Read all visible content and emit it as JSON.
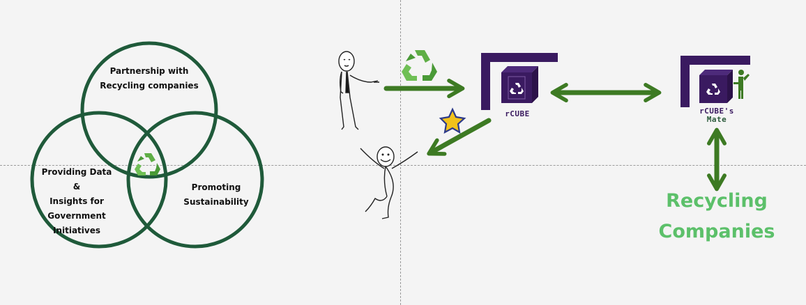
{
  "venn": {
    "top_label_1": "Partnership with",
    "top_label_2": "Recycling companies",
    "left_label_1": "Providing Data &",
    "left_label_2": "Insights for",
    "left_label_3": "Government",
    "left_label_4": "Initiatives",
    "right_label_1": "Promoting",
    "right_label_2": "Sustainability",
    "center_icon": "recycle-icon"
  },
  "flow": {
    "rcube_label": "rCUBE",
    "mate_label_1": "rCUBE's",
    "mate_label_2": "Mate",
    "companies_line_1": "Recycling",
    "companies_line_2": "Companies"
  },
  "colors": {
    "venn_ring": "#1f5a3a",
    "arrow": "#3d7a23",
    "cube": "#3a1a60",
    "recycle": "#5fae46",
    "companies_text": "#5cc06a",
    "star": "#f2c21b"
  }
}
